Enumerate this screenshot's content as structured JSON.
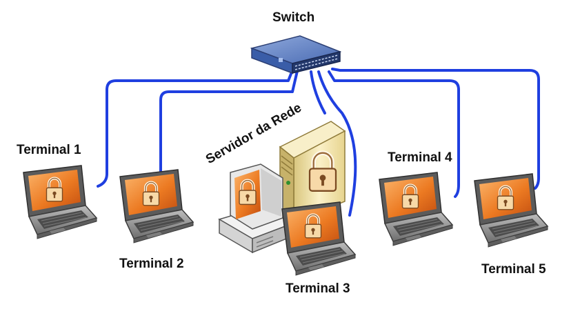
{
  "switch": {
    "label": "Switch"
  },
  "server": {
    "label": "Servidor da Rede"
  },
  "terminals": [
    {
      "label": "Terminal 1"
    },
    {
      "label": "Terminal 2"
    },
    {
      "label": "Terminal 3"
    },
    {
      "label": "Terminal 4"
    },
    {
      "label": "Terminal 5"
    }
  ],
  "colors": {
    "cable": "#1f3fe0",
    "switch_body": "#3a5da8",
    "screen_orange": "#e8731c",
    "laptop_body": "#8f8f8f",
    "server_tower": "#f2e3a8"
  },
  "icons": [
    "network-switch-icon",
    "server-tower-icon",
    "desktop-computer-icon",
    "laptop-icon",
    "padlock-icon"
  ]
}
